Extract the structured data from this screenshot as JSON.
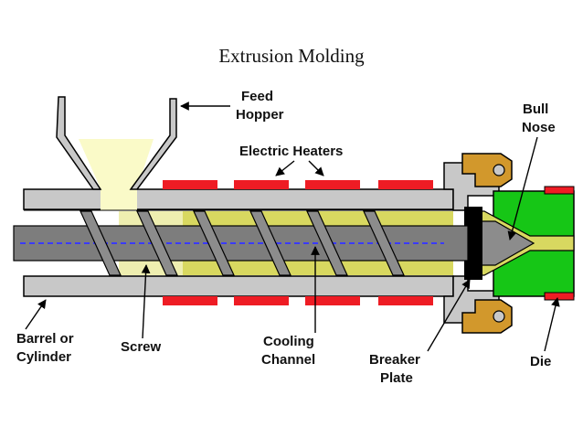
{
  "title": "Extrusion Molding",
  "labels": {
    "feed_hopper": [
      "Feed",
      "Hopper"
    ],
    "electric_heaters": "Electric Heaters",
    "bull_nose": [
      "Bull",
      "Nose"
    ],
    "barrel": [
      "Barrel or",
      "Cylinder"
    ],
    "screw": "Screw",
    "cooling_channel": [
      "Cooling",
      "Channel"
    ],
    "breaker_plate": [
      "Breaker",
      "Plate"
    ],
    "die": "Die"
  },
  "colors": {
    "heater": "#ee1c24",
    "barrel": "#c8c8c8",
    "screw_shaft": "#7d7d7d",
    "cooling_line": "#3a3aff",
    "melt": "#d8d860",
    "feed_material": "#fafac8",
    "die": "#16c616",
    "breaker_plate": "#000000",
    "clamp": "#d2982c",
    "outline": "#000000"
  }
}
